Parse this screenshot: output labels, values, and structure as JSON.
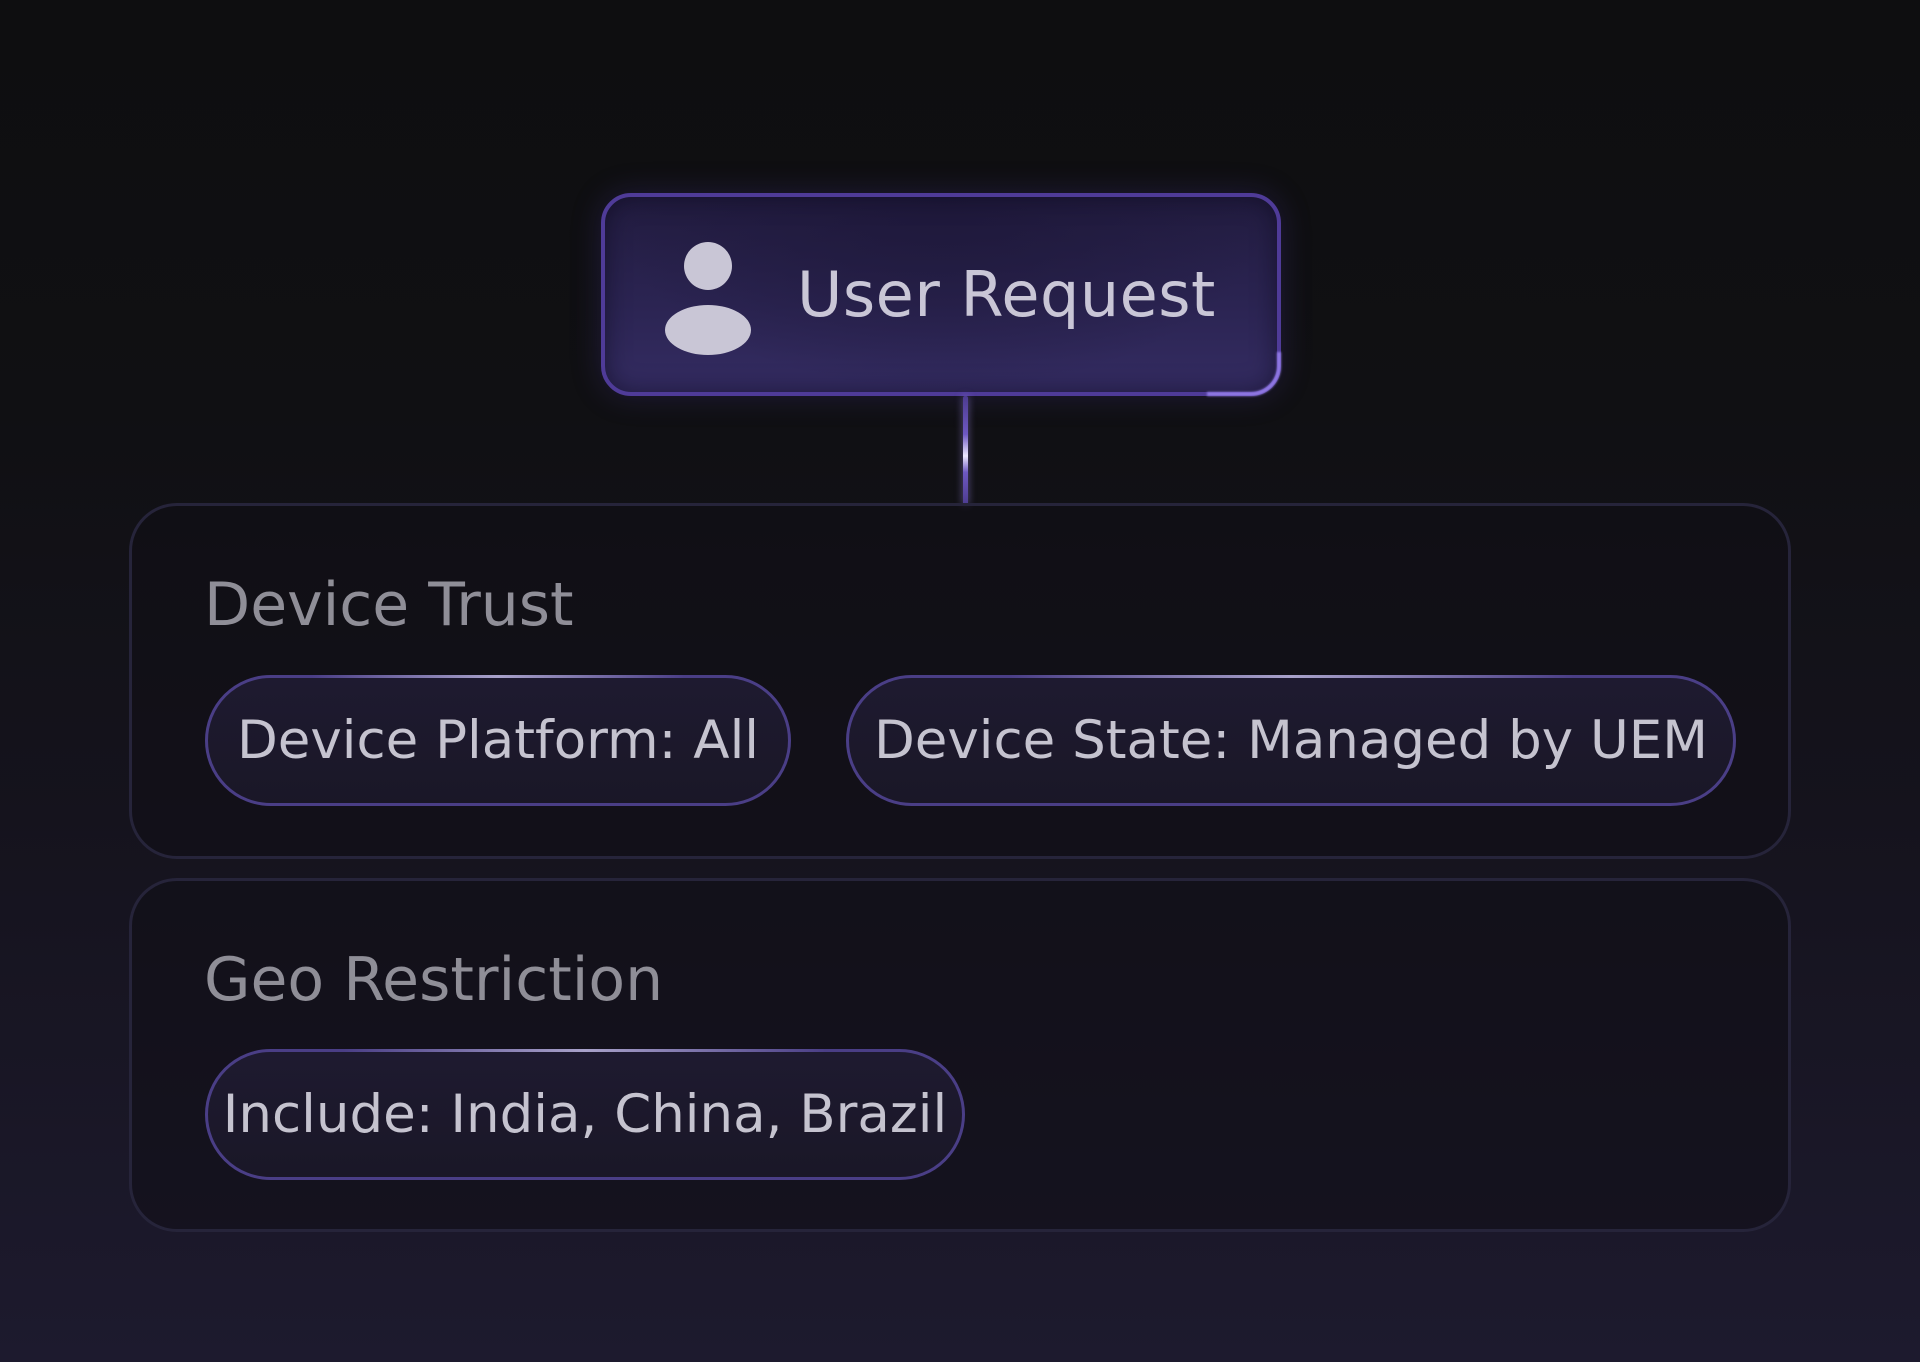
{
  "request": {
    "label": "User Request",
    "icon": "user-icon"
  },
  "groups": [
    {
      "title": "Device Trust",
      "conditions": [
        "Device Platform: All",
        "Device State: Managed by UEM"
      ]
    },
    {
      "title": "Geo Restriction",
      "conditions": [
        "Include: India, China, Brazil"
      ]
    }
  ],
  "colors": {
    "accent": "#4f3b98",
    "node_fill": "#2b2452",
    "pill_border": "#4a3e86",
    "panel_border": "#26243a",
    "text_primary": "#c9c6d6",
    "text_muted": "#8f8e97"
  }
}
